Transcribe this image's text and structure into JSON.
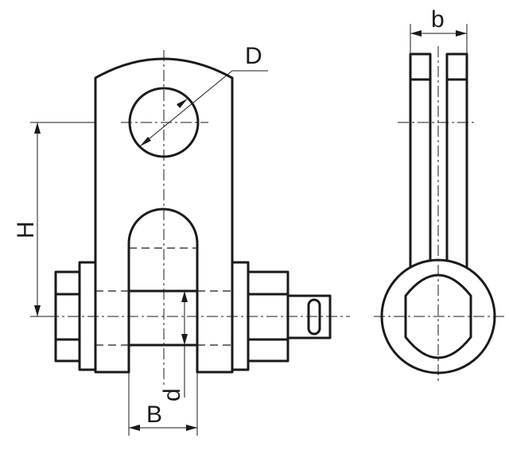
{
  "dimension_labels": {
    "D": "D",
    "H": "H",
    "d": "d",
    "B": "B",
    "b": "b"
  },
  "colors": {
    "line": "#1a1a1a",
    "background": "#ffffff"
  }
}
